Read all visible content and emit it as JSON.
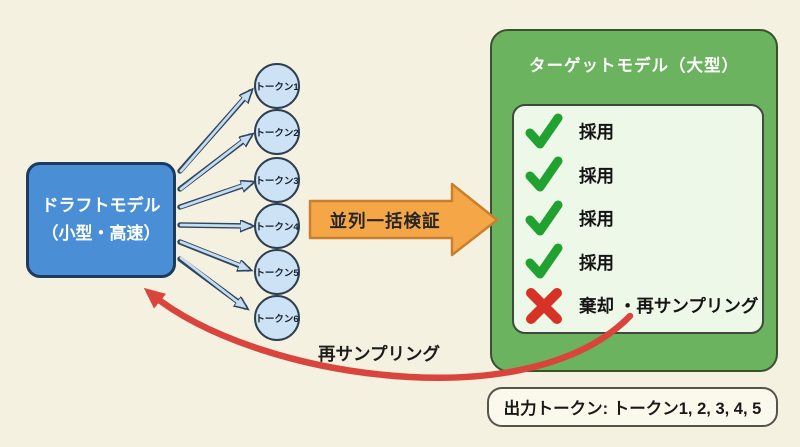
{
  "colors": {
    "background": "#f5f1e0",
    "draft_fill": "#4a8fd5",
    "draft_border": "#1d3a5f",
    "token_fill": "#cde3f5",
    "token_border": "#2c3e50",
    "fan_arrow_fill": "#c6ddf0",
    "fan_arrow_outline": "#2f4560",
    "parallel_arrow_fill": "#f5a748",
    "parallel_arrow_border": "#c8802f",
    "target_fill": "#6cb35f",
    "target_border": "#39512f",
    "panel_fill": "#eef8e9",
    "panel_border": "#3f4a3c",
    "check_green": "#21a12f",
    "cross_red": "#d63226",
    "resample_arrow_red": "#d9453c"
  },
  "draft_model": {
    "line1": "ドラフトモデル",
    "line2": "（小型・高速）"
  },
  "tokens": [
    {
      "label": "トークン1"
    },
    {
      "label": "トークン2"
    },
    {
      "label": "トークン3"
    },
    {
      "label": "トークン4"
    },
    {
      "label": "トークン5"
    },
    {
      "label": "トークン6"
    }
  ],
  "parallel_arrow": {
    "label": "並列一括検証"
  },
  "target_model": {
    "title": "ターゲットモデル（大型）"
  },
  "verification": {
    "rows": [
      {
        "icon": "check-icon",
        "label": "採用"
      },
      {
        "icon": "check-icon",
        "label": "採用"
      },
      {
        "icon": "check-icon",
        "label": "採用"
      },
      {
        "icon": "check-icon",
        "label": "採用"
      },
      {
        "icon": "cross-icon",
        "label": "棄却 ・再サンプリング"
      }
    ]
  },
  "resample_arrow": {
    "label": "再サンプリング"
  },
  "output_box": {
    "label": "出力トークン: トークン1, 2, 3, 4, 5"
  }
}
